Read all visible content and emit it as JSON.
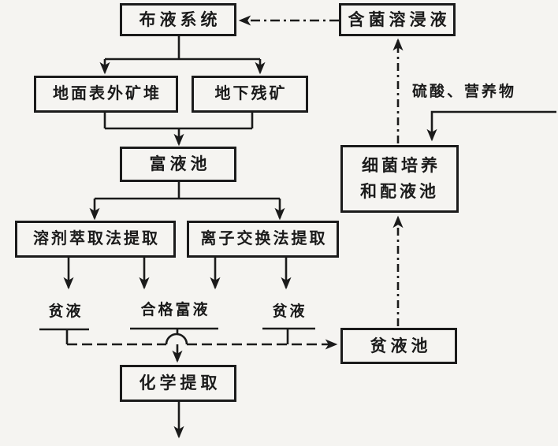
{
  "diagram": {
    "type": "flowchart",
    "subject": "bacterial-heap-leaching-process",
    "boxes": {
      "distribution": {
        "label": "布液系统"
      },
      "bacteria_solution": {
        "label": "含菌溶浸液"
      },
      "surface_heap": {
        "label": "地面表外矿堆"
      },
      "underground_ore": {
        "label": "地下残矿"
      },
      "rich_pond": {
        "label": "富液池"
      },
      "culture_pond": {
        "label": "细菌培养\n和配液池"
      },
      "solvent_extraction": {
        "label": "溶剂萃取法提取"
      },
      "ion_exchange": {
        "label": "离子交换法提取"
      },
      "chemical_extraction": {
        "label": "化学提取"
      },
      "lean_pond": {
        "label": "贫液池"
      }
    },
    "labels": {
      "acid_nutrient": "硫酸、营养物",
      "lean_left": "贫液",
      "qualified_rich": "合格富液",
      "lean_right": "贫液"
    },
    "colors": {
      "line": "#1b1b1b",
      "background": "#f5f4f1"
    }
  }
}
